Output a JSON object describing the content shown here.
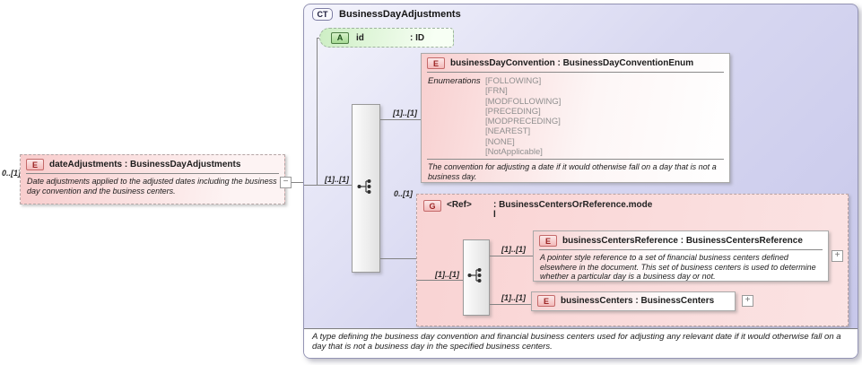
{
  "root_element": {
    "cardinality": "0..[1]",
    "badge": "E",
    "title": "dateAdjustments : BusinessDayAdjustments",
    "description": "Date adjustments applied to the adjusted dates including the business day convention and the business centers.",
    "collapse_glyph": "−"
  },
  "complex_type": {
    "badge": "CT",
    "title": "BusinessDayAdjustments",
    "attribute": {
      "badge": "A",
      "name": "id",
      "type": ": ID"
    },
    "sequence_cardinality": "[1]..[1]",
    "business_day_convention": {
      "badge": "E",
      "cardinality": "[1]..[1]",
      "title": "businessDayConvention : BusinessDayConventionEnum",
      "enumerations_label": "Enumerations",
      "enumerations": [
        "[FOLLOWING]",
        "[FRN]",
        "[MODFOLLOWING]",
        "[PRECEDING]",
        "[MODPRECEDING]",
        "[NEAREST]",
        "[NONE]",
        "[NotApplicable]"
      ],
      "description": "The convention for adjusting a date if it would otherwise fall on a day that is not a business day."
    },
    "group": {
      "badge": "G",
      "cardinality": "0..[1]",
      "name": "<Ref>",
      "type_line1": ": BusinessCentersOrReference.mode",
      "type_line2": "l",
      "sequence_cardinality": "[1]..[1]",
      "business_centers_reference": {
        "badge": "E",
        "cardinality": "[1]..[1]",
        "title": "businessCentersReference : BusinessCentersReference",
        "description": "A pointer style reference to a set of financial business centers defined elsewhere in the document. This set of business centers is used to determine whether a particular day is a business day or not.",
        "expand_glyph": "+"
      },
      "business_centers": {
        "badge": "E",
        "cardinality": "[1]..[1]",
        "title": "businessCenters : BusinessCenters",
        "expand_glyph": "+"
      }
    },
    "footer": "A type defining the business day convention and financial business centers used for adjusting any relevant date if it would otherwise fall on a day that is not a business day in the specified business centers."
  },
  "colors": {
    "element_pink": "#f7cdcd",
    "attribute_green": "#cdeec4",
    "container_lavender": "#c9c9ec",
    "badge_red": "#9b2423",
    "line_gray": "#808080"
  }
}
